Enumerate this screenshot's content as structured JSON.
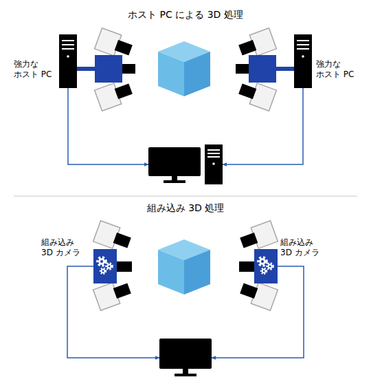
{
  "diagram": {
    "title": "ホスト PC による 3D 処理",
    "nodes": [
      {
        "text": [
          "強力な ホスト PC"
        ]
      },
      {
        "text": [
          "強力な ホスト PC"
        ]
      },
      {
        "text": []
      },
      {
        "text": [
          "組み込み 3D カメラ"
        ]
      },
      {
        "text": [
          "組み込み 3D カメラ"
        ]
      },
      {
        "text": []
      }
    ],
    "edges": [
      {
        "from": 0,
        "to": 2,
        "arrow": "to"
      },
      {
        "from": 1,
        "to": 2,
        "arrow": "to"
      },
      {
        "from": 3,
        "to": 5,
        "arrow": "to"
      },
      {
        "from": 4,
        "to": 5,
        "arrow": "to"
      }
    ],
    "labels": [
      "組み込み 3D 処理"
    ]
  }
}
